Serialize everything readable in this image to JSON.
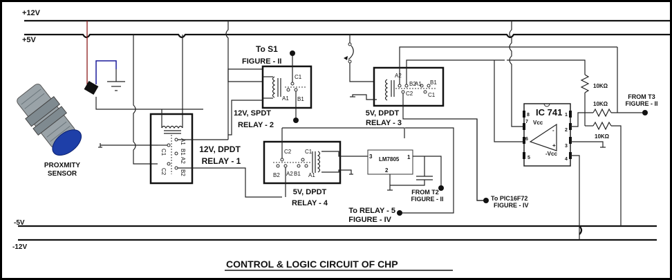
{
  "title": "CONTROL & LOGIC CIRCUIT OF CHP",
  "rails": [
    {
      "id": "plus12",
      "label": "+12V"
    },
    {
      "id": "plus5",
      "label": "+5V"
    },
    {
      "id": "minus5",
      "label": "-5V"
    },
    {
      "id": "minus12",
      "label": "-12V"
    }
  ],
  "sensor": {
    "label_line1": "PROXMITY",
    "label_line2": "SENSOR",
    "colors": {
      "body": "#9aa3a8",
      "cap": "#1e3fa8",
      "red_wire": "#8b1a1a",
      "blue_wire": "#1a1a9a"
    }
  },
  "relays": [
    {
      "id": "relay1",
      "line1": "12V, DPDT",
      "line2": "RELAY - 1",
      "pins": [
        "A1",
        "C1",
        "B1",
        "A2",
        "C2",
        "B2"
      ]
    },
    {
      "id": "relay2",
      "line1": "12V, SPDT",
      "line2": "RELAY - 2",
      "pins": [
        "C1",
        "A1",
        "B1"
      ]
    },
    {
      "id": "relay3",
      "line1": "5V, DPDT",
      "line2": "RELAY - 3",
      "pins": [
        "A2",
        "B2",
        "C2",
        "A1",
        "B1",
        "C1"
      ]
    },
    {
      "id": "relay4",
      "line1": "5V, DPDT",
      "line2": "RELAY - 4",
      "pins": [
        "C2",
        "C1",
        "B2",
        "A2",
        "B1",
        "A1"
      ]
    }
  ],
  "regulator": {
    "name": "LM7805",
    "pins": [
      "3",
      "1",
      "2"
    ]
  },
  "opamp": {
    "name": "IC 741",
    "vcc": "Vcc",
    "neg_vcc": "-Vcc",
    "pins": [
      "8",
      "7",
      "6",
      "5",
      "1",
      "2",
      "3",
      "4"
    ],
    "minus": "-",
    "plus": "+"
  },
  "resistors": [
    "10KΩ",
    "10KΩ",
    "10KΩ"
  ],
  "connectors": [
    {
      "id": "to-s1",
      "line1": "To S1",
      "line2": "FIGURE - II"
    },
    {
      "id": "from-t3",
      "line1": "FROM T3",
      "line2": "FIGURE - II"
    },
    {
      "id": "from-t2",
      "line1": "FROM T2",
      "line2": "FIGURE - II"
    },
    {
      "id": "to-relay5",
      "line1": "To RELAY - 5",
      "line2": "FIGURE - IV"
    },
    {
      "id": "to-pic",
      "line1": "To PIC16F72",
      "line2": "FIGURE - IV"
    }
  ]
}
